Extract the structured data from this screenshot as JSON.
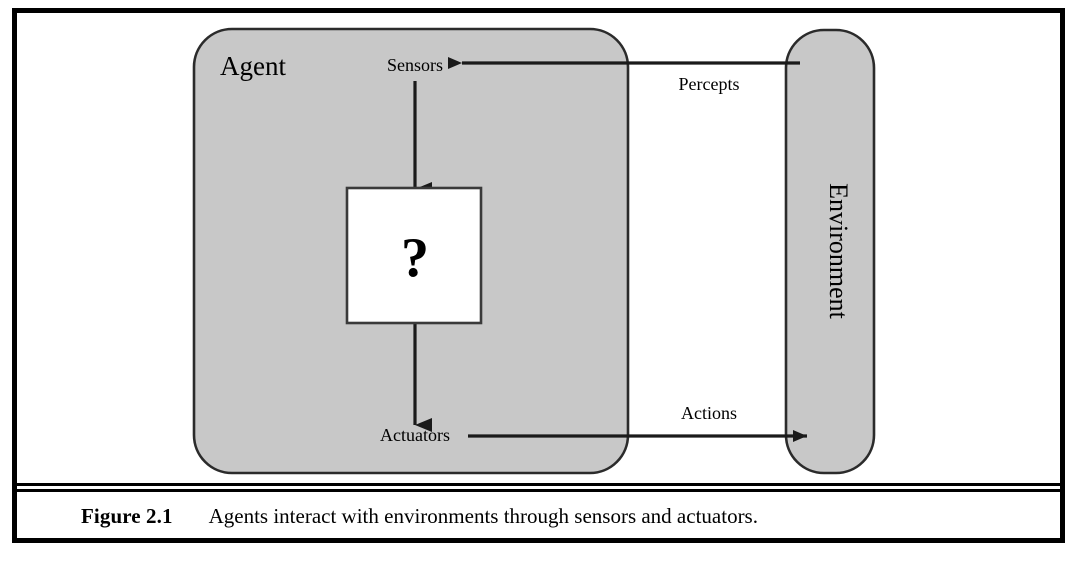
{
  "figure": {
    "caption_label": "Figure 2.1",
    "caption_text": "Agents interact with environments through sensors and actuators."
  },
  "diagram": {
    "type": "block-diagram",
    "agent": {
      "label": "Agent",
      "fill": "#c8c8c8",
      "stroke": "#2b2b2b"
    },
    "environment": {
      "label": "Environment",
      "fill": "#c8c8c8",
      "stroke": "#2b2b2b",
      "text_orientation": "vertical-clockwise"
    },
    "nodes": {
      "sensors": "Sensors",
      "actuators": "Actuators",
      "program_box": "?"
    },
    "edges": {
      "percepts": "Percepts",
      "actions": "Actions"
    },
    "colors": {
      "box_fill": "#c8c8c8",
      "box_stroke": "#2b2b2b",
      "white_fill": "#ffffff",
      "arrow": "#1a1a1a",
      "frame": "#000000"
    }
  }
}
